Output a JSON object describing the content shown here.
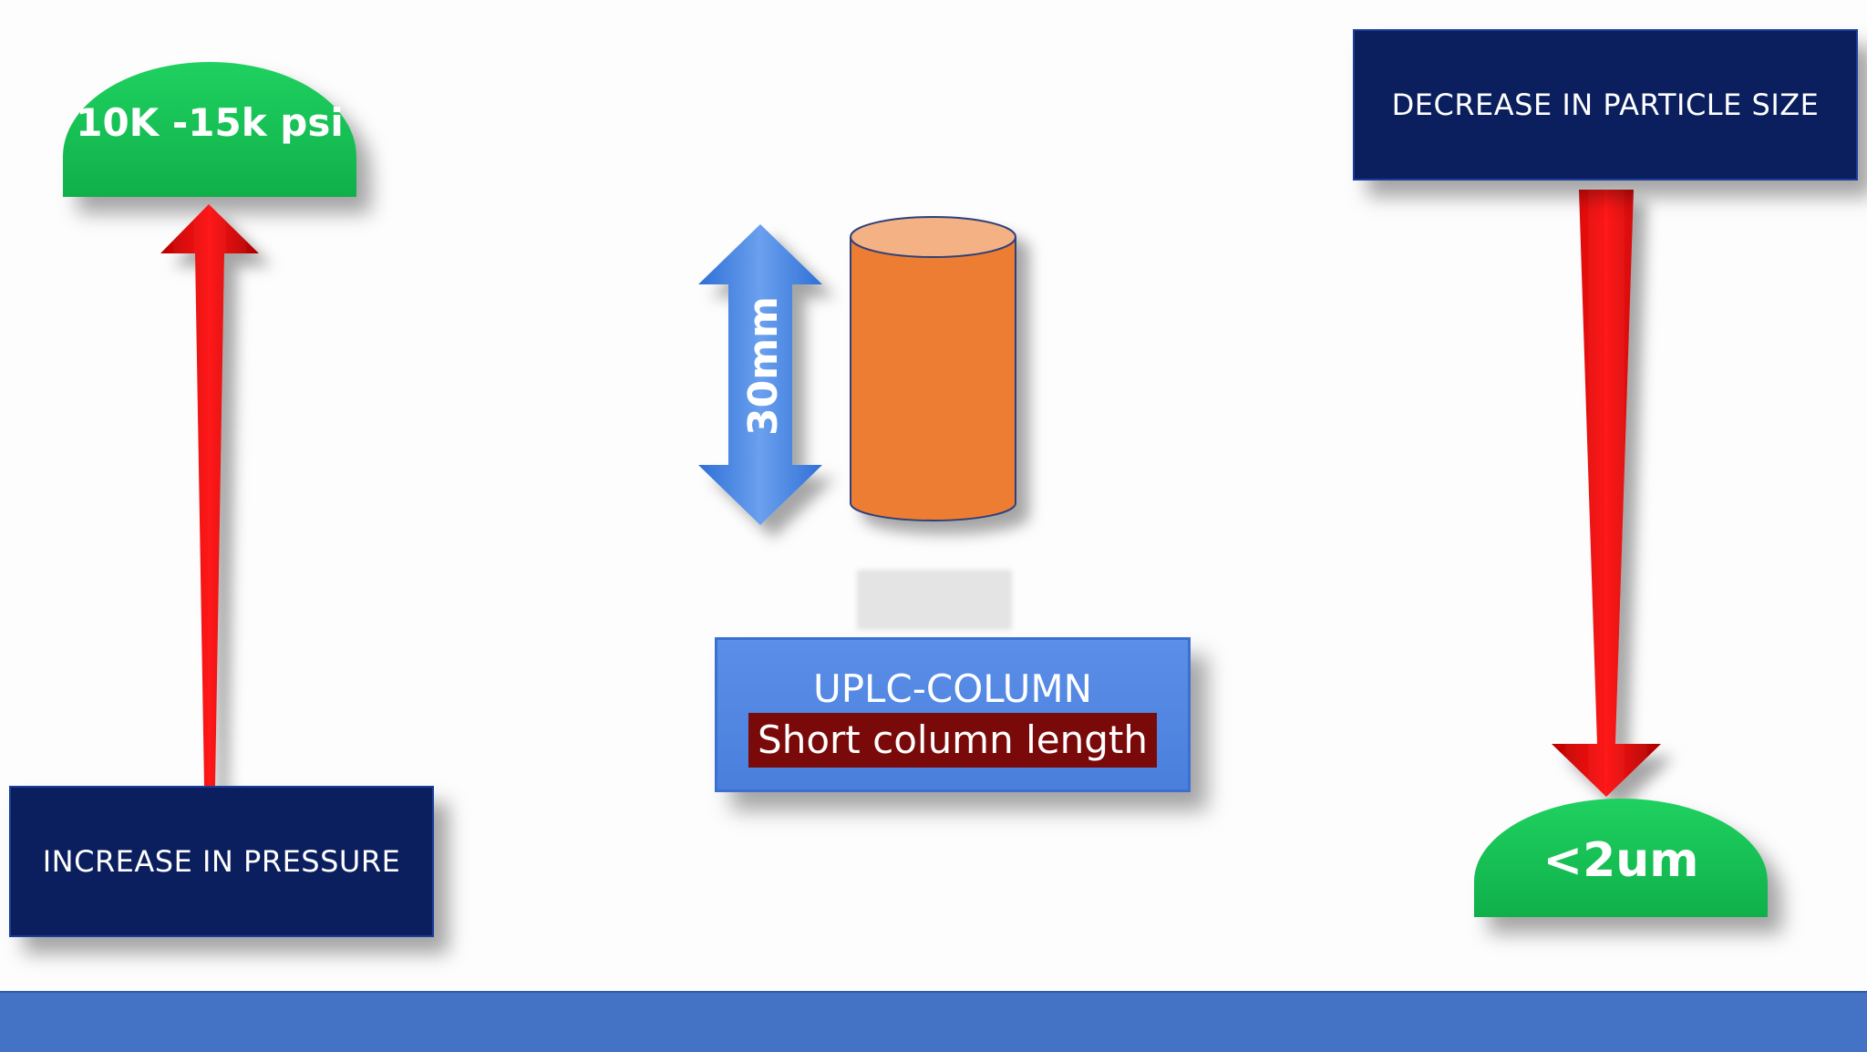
{
  "pressure": {
    "value_label": "10K -15k psi",
    "box_label": "INCREASE IN PRESSURE"
  },
  "particle": {
    "box_label": "DECREASE IN PARTICLE SIZE",
    "value_label": "<2um"
  },
  "column": {
    "length_label": "30mm",
    "title": "UPLC-COLUMN",
    "subtitle": "Short column length"
  },
  "colors": {
    "navy": "#0b1f5e",
    "green": "#14c153",
    "red_arrow": "#e00000",
    "blue_arrow": "#3d7de0",
    "cylinder": "#ed7d31",
    "subtitle_bg": "#7a0a0a",
    "footer": "#4472c4"
  }
}
